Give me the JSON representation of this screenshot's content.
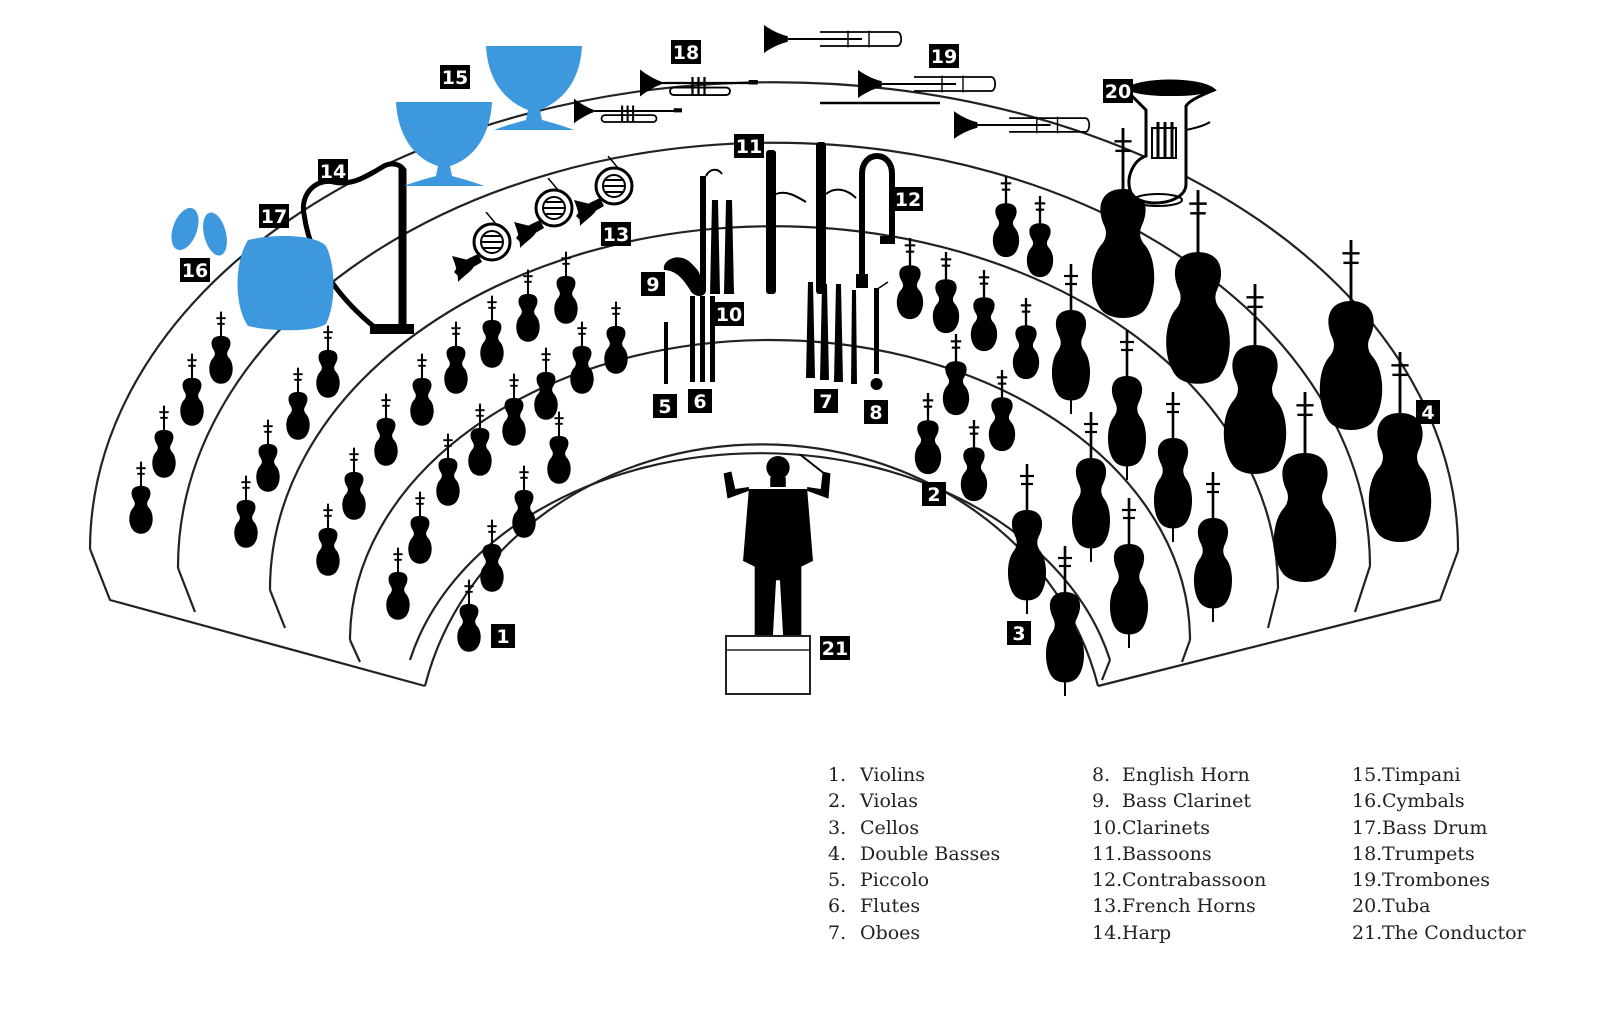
{
  "diagram": {
    "markers": [
      {
        "num": "1"
      },
      {
        "num": "2"
      },
      {
        "num": "3"
      },
      {
        "num": "4"
      },
      {
        "num": "5"
      },
      {
        "num": "6"
      },
      {
        "num": "7"
      },
      {
        "num": "8"
      },
      {
        "num": "9"
      },
      {
        "num": "10"
      },
      {
        "num": "11"
      },
      {
        "num": "12"
      },
      {
        "num": "13"
      },
      {
        "num": "14"
      },
      {
        "num": "15"
      },
      {
        "num": "16"
      },
      {
        "num": "17"
      },
      {
        "num": "18"
      },
      {
        "num": "19"
      },
      {
        "num": "20"
      },
      {
        "num": "21"
      }
    ],
    "colors": {
      "percussion": "#3d98de",
      "instrument": "#000000",
      "outline": "#222222"
    }
  },
  "legend": {
    "col1": [
      {
        "num": "1.",
        "label": "Violins"
      },
      {
        "num": "2.",
        "label": "Violas"
      },
      {
        "num": "3.",
        "label": "Cellos"
      },
      {
        "num": "4.",
        "label": "Double Basses"
      },
      {
        "num": "5.",
        "label": "Piccolo"
      },
      {
        "num": "6.",
        "label": "Flutes"
      },
      {
        "num": "7.",
        "label": "Oboes"
      }
    ],
    "col2": [
      {
        "num": "8.",
        "label": "English Horn"
      },
      {
        "num": "9.",
        "label": "Bass Clarinet"
      },
      {
        "num": "10.",
        "label": "Clarinets"
      },
      {
        "num": "11.",
        "label": "Bassoons"
      },
      {
        "num": "12.",
        "label": "Contrabassoon"
      },
      {
        "num": "13.",
        "label": "French Horns"
      },
      {
        "num": "14.",
        "label": "Harp"
      }
    ],
    "col3": [
      {
        "num": "15.",
        "label": "Timpani"
      },
      {
        "num": "16.",
        "label": "Cymbals"
      },
      {
        "num": "17.",
        "label": "Bass Drum"
      },
      {
        "num": "18.",
        "label": "Trumpets"
      },
      {
        "num": "19.",
        "label": "Trombones"
      },
      {
        "num": "20.",
        "label": "Tuba"
      },
      {
        "num": "21.",
        "label": "The Conductor"
      }
    ]
  }
}
